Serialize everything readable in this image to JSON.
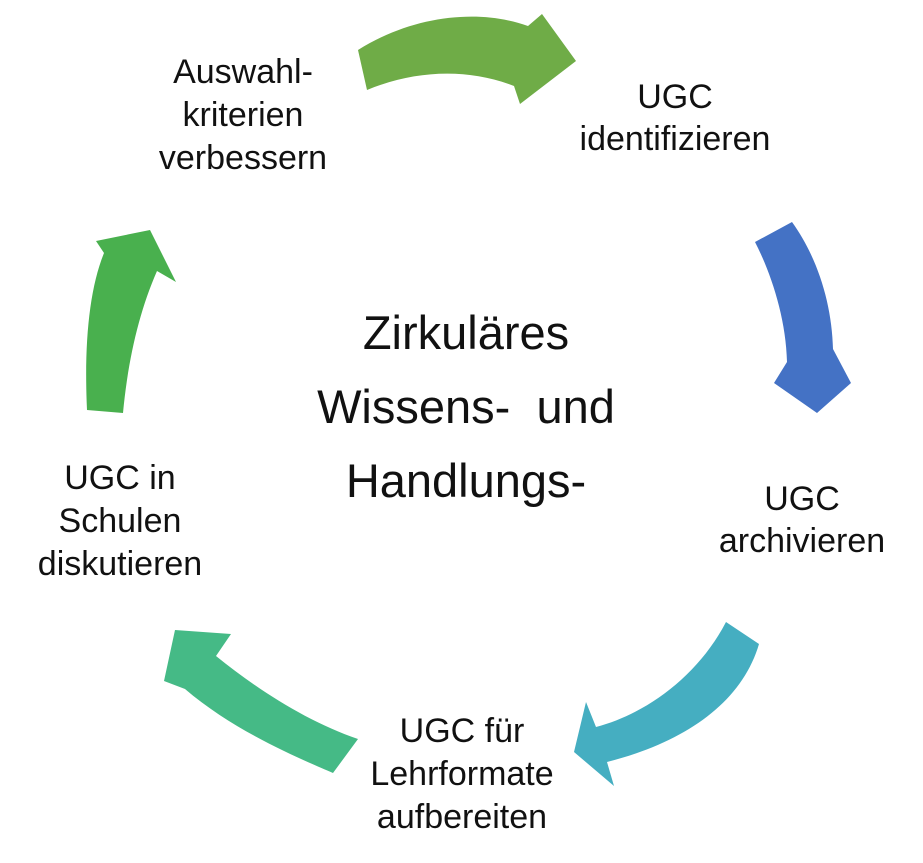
{
  "diagram": {
    "type": "cycle",
    "background": "#ffffff",
    "text_color": "#111111",
    "title": {
      "lines": [
        "Zirkuläres",
        "Wissens- und",
        "Handlungs-"
      ]
    },
    "nodes": [
      {
        "id": "auswahlkriterien-verbessern",
        "lines": [
          "Auswahl-",
          "kriterien",
          "verbessern"
        ]
      },
      {
        "id": "ugc-identifizieren",
        "lines": [
          "UGC",
          "identifizieren"
        ]
      },
      {
        "id": "ugc-archivieren",
        "lines": [
          "UGC",
          "archivieren"
        ]
      },
      {
        "id": "ugc-fuer-lehrformate-aufbereiten",
        "lines": [
          "UGC für",
          "Lehrformate",
          "aufbereiten"
        ]
      },
      {
        "id": "ugc-in-schulen-diskutieren",
        "lines": [
          "UGC in",
          "Schulen",
          "diskutieren"
        ]
      }
    ],
    "arrows": [
      {
        "id": "arrow-top",
        "color": "#6FAC47",
        "from": "auswahlkriterien-verbessern",
        "to": "ugc-identifizieren"
      },
      {
        "id": "arrow-right",
        "color": "#4472C5",
        "from": "ugc-identifizieren",
        "to": "ugc-archivieren"
      },
      {
        "id": "arrow-bottom-right",
        "color": "#45AEC1",
        "from": "ugc-archivieren",
        "to": "ugc-fuer-lehrformate-aufbereiten"
      },
      {
        "id": "arrow-bottom-left",
        "color": "#45BA86",
        "from": "ugc-fuer-lehrformate-aufbereiten",
        "to": "ugc-in-schulen-diskutieren"
      },
      {
        "id": "arrow-left",
        "color": "#49B04E",
        "from": "ugc-in-schulen-diskutieren",
        "to": "auswahlkriterien-verbessern"
      }
    ]
  }
}
